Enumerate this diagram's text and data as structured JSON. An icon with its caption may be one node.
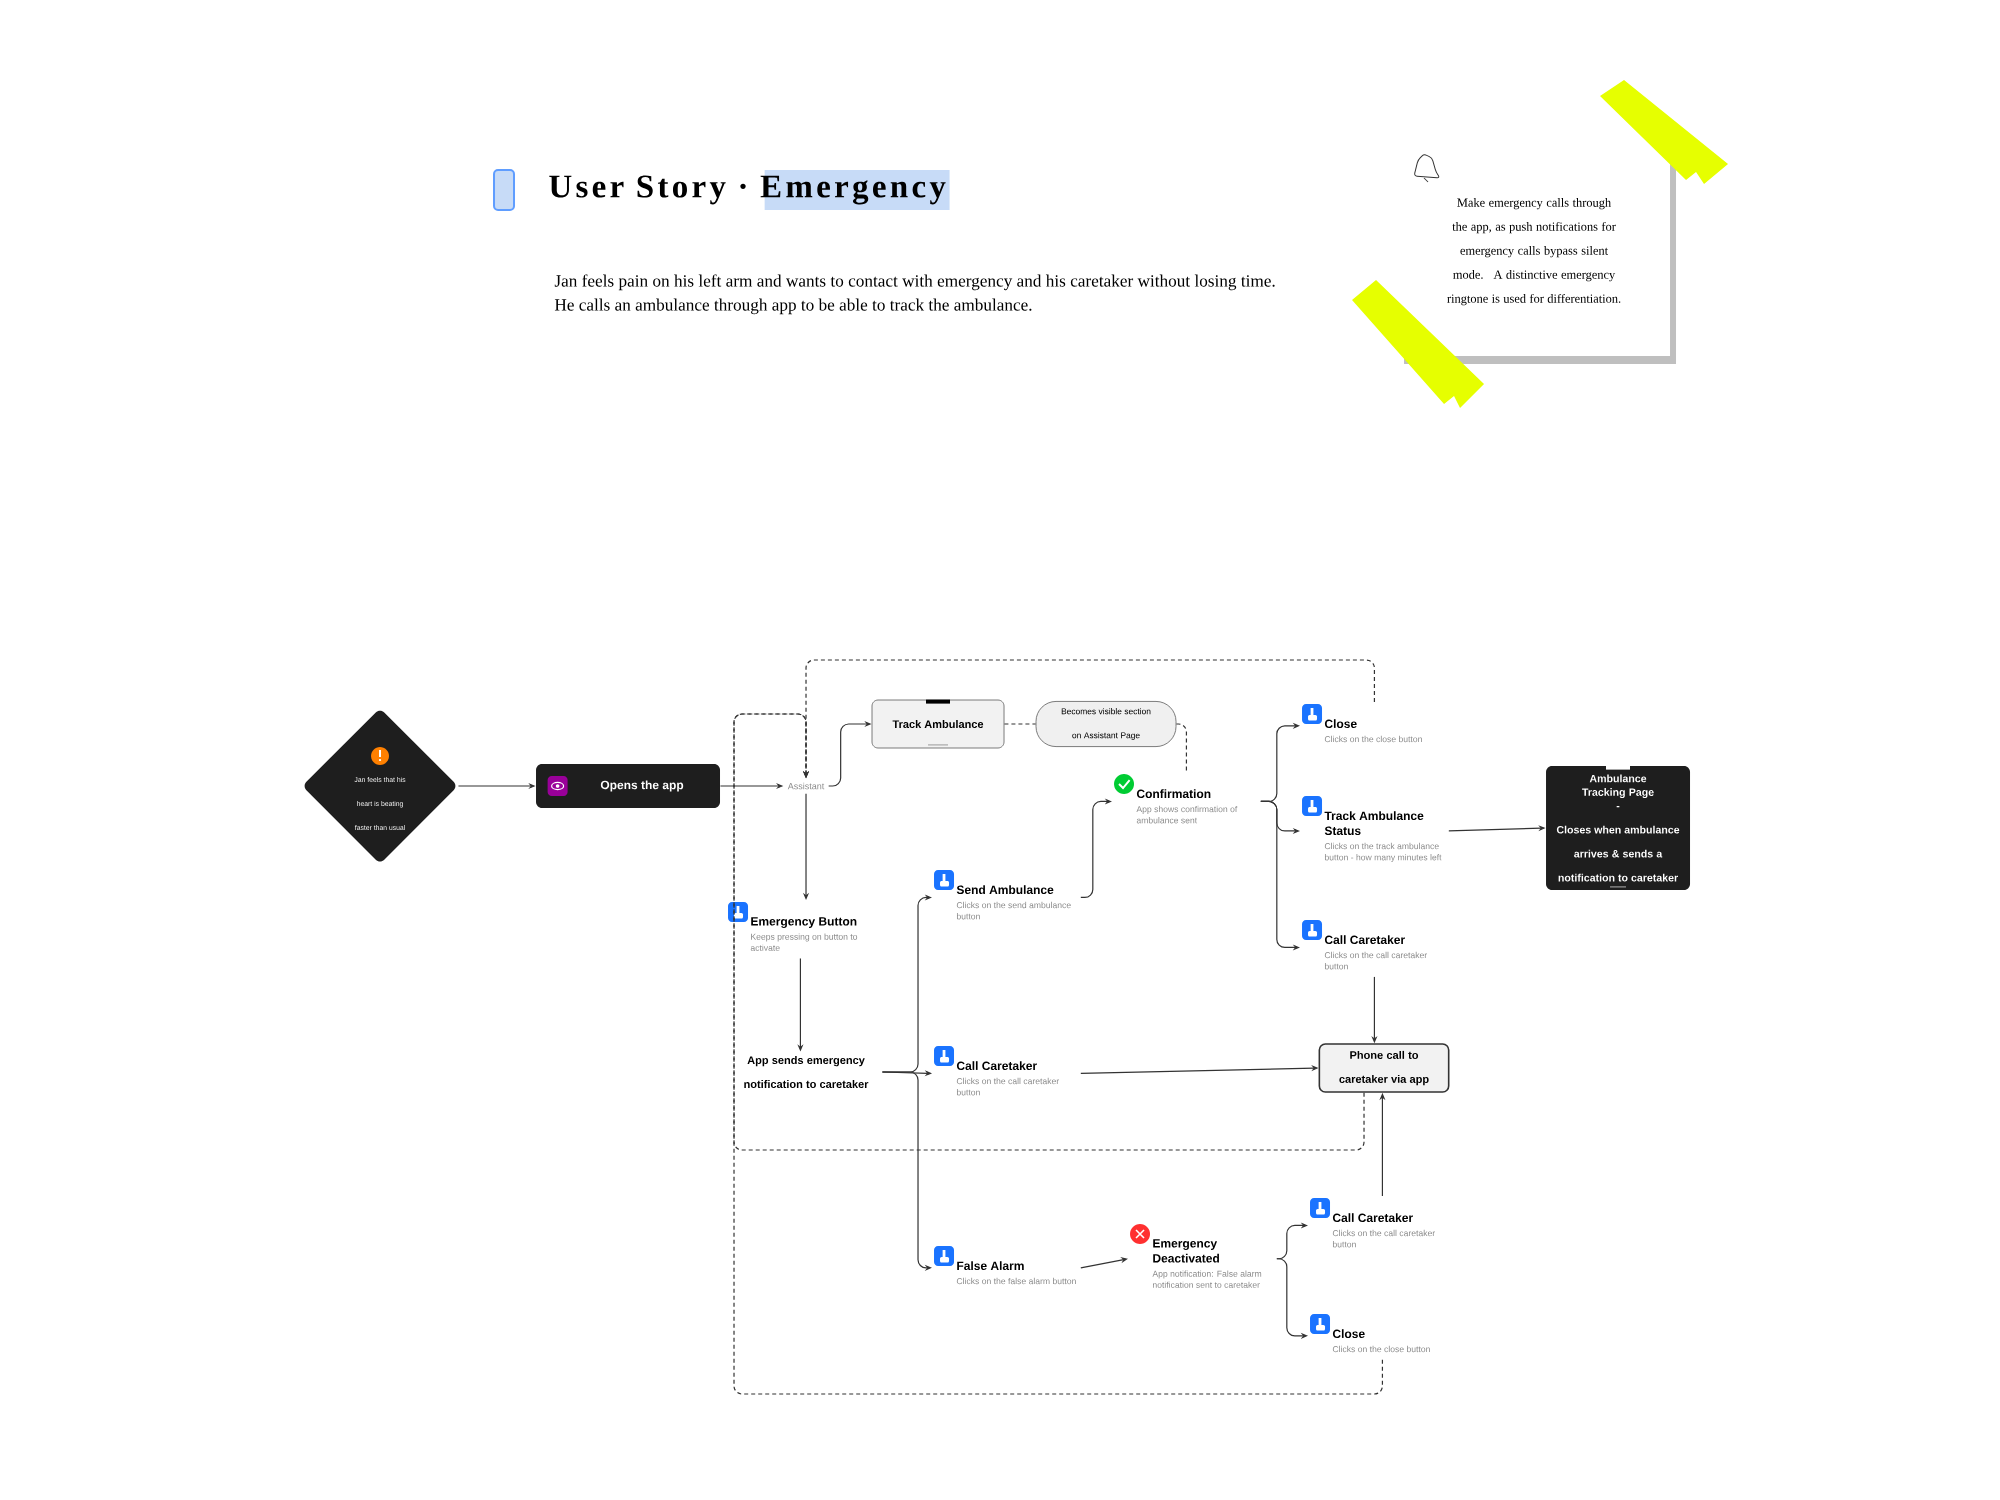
{
  "diagram": {
    "title": "User Story · Emergency",
    "nodes": [
      {
        "text": [
          "Make emergency calls through the app, as push notifications for emergency calls bypass silent mode. A distinctive emergency ringtone is used for differentiation."
        ]
      },
      {
        "text": [
          "Jan feels that his heart is beating faster than usual"
        ]
      },
      {
        "text": [
          "Opens the app"
        ]
      },
      {
        "text": [
          "Assistant"
        ]
      },
      {
        "text": [
          "Track Ambulance"
        ]
      },
      {
        "text": [
          "Becomes visible section on Assistant Page"
        ]
      },
      {
        "text": [
          "Emergency Button",
          "Keeps pressing on button to activate"
        ]
      },
      {
        "text": [
          "App sends emergency notification to caretaker"
        ]
      },
      {
        "text": [
          "Send Ambulance",
          "Clicks on the send ambulance button"
        ]
      },
      {
        "text": [
          "Call Caretaker",
          "Clicks on the call caretaker button"
        ]
      },
      {
        "text": [
          "False Alarm",
          "Clicks on the false alarm button"
        ]
      },
      {
        "text": [
          "Confirmation",
          "App shows confirmation of ambulance sent"
        ]
      },
      {
        "text": [
          "Close",
          "Clicks on the close button"
        ]
      },
      {
        "text": [
          "Track Ambulance Status",
          "Clicks on the track ambulance button - how many minutes left"
        ]
      },
      {
        "text": [
          "Call Caretaker",
          "Clicks on the call caretaker button"
        ]
      },
      {
        "text": [
          "Ambulance Tracking Page",
          "-",
          "Closes when ambulance arrives & sends a notification to caretaker"
        ]
      },
      {
        "text": [
          "Phone call to caretaker via app"
        ]
      },
      {
        "text": [
          "Emergency Deactivated",
          "App notification: False alarm notification sent to caretaker"
        ]
      },
      {
        "text": [
          "Call Caretaker",
          "Clicks on the call caretaker button"
        ]
      },
      {
        "text": [
          "Close",
          "Clicks on the close button"
        ]
      }
    ],
    "edges": [
      {
        "from": 1,
        "to": 2,
        "arrow": "to"
      },
      {
        "from": 2,
        "to": 3,
        "arrow": "to"
      },
      {
        "from": 3,
        "to": 4,
        "arrow": "to"
      },
      {
        "from": 4,
        "to": 5,
        "arrow": "none",
        "style": "dashed"
      },
      {
        "from": 5,
        "to": 11,
        "arrow": "none",
        "style": "dashed"
      },
      {
        "from": 3,
        "to": 6,
        "arrow": "to"
      },
      {
        "from": 6,
        "to": 7,
        "arrow": "to"
      },
      {
        "from": 7,
        "to": 9,
        "arrow": "to"
      },
      {
        "from": 7,
        "to": 8,
        "arrow": "to"
      },
      {
        "from": 7,
        "to": 10,
        "arrow": "to"
      },
      {
        "from": 8,
        "to": 11,
        "arrow": "to"
      },
      {
        "from": 11,
        "to": 12,
        "arrow": "to"
      },
      {
        "from": 11,
        "to": 13,
        "arrow": "to"
      },
      {
        "from": 11,
        "to": 14,
        "arrow": "to"
      },
      {
        "from": 13,
        "to": 15,
        "arrow": "to"
      },
      {
        "from": 14,
        "to": 16,
        "arrow": "to"
      },
      {
        "from": 9,
        "to": 16,
        "arrow": "to"
      },
      {
        "from": 18,
        "to": 16,
        "arrow": "to"
      },
      {
        "from": 10,
        "to": 17,
        "arrow": "to"
      },
      {
        "from": 17,
        "to": 18,
        "arrow": "to"
      },
      {
        "from": 17,
        "to": 19,
        "arrow": "to"
      },
      {
        "from": 16,
        "to": 3,
        "arrow": "to",
        "style": "dashed"
      },
      {
        "from": 12,
        "to": 3,
        "arrow": "to",
        "style": "dashed"
      },
      {
        "from": 19,
        "to": 3,
        "arrow": "to",
        "style": "dashed"
      }
    ],
    "labels": [
      "Jan feels pain on his left arm and wants to contact with emergency and his caretaker without losing time. He calls an ambulance through app to be able to track the ambulance."
    ]
  }
}
